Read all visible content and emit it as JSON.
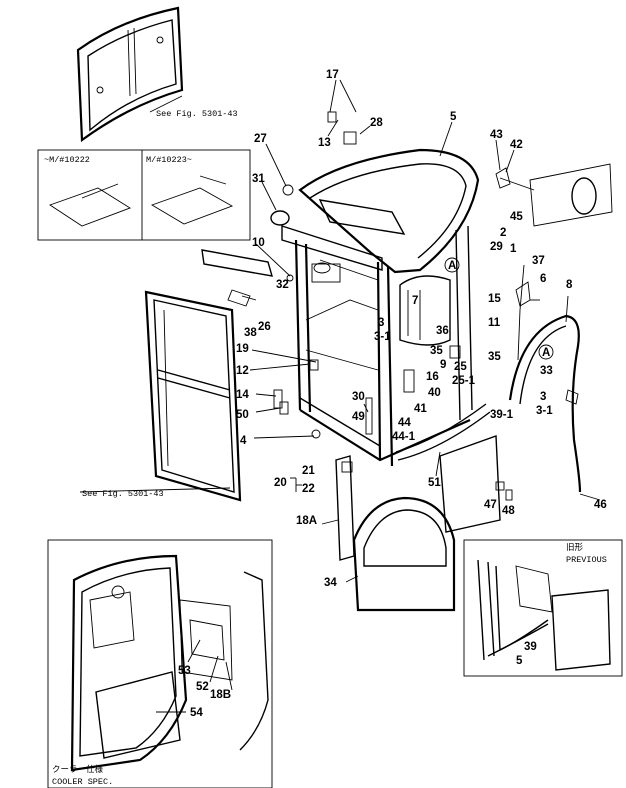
{
  "references": {
    "fig_top": "See Fig. 5301-43",
    "fig_left": "See Fig. 5301-43"
  },
  "serial_boxes": {
    "before": "~M/#10222",
    "after": "M/#10223~"
  },
  "insets": {
    "previous_jp": "旧形",
    "previous": "PREVIOUS",
    "cooler_jp": "クーラー仕様",
    "cooler": "COOLER SPEC."
  },
  "callouts": [
    "17",
    "13",
    "28",
    "5",
    "43",
    "42",
    "27",
    "31",
    "10",
    "32",
    "26",
    "38",
    "19",
    "12",
    "14",
    "50",
    "4",
    "30",
    "49",
    "51",
    "3",
    "3-1",
    "7",
    "36",
    "37",
    "29",
    "2",
    "45",
    "1",
    "6",
    "8",
    "33",
    "15",
    "11",
    "35",
    "25",
    "25-1",
    "16",
    "40",
    "41",
    "44",
    "44-1",
    "39-1",
    "46",
    "47",
    "48",
    "21",
    "22",
    "20",
    "18A",
    "34",
    "53",
    "52",
    "18B",
    "54",
    "39",
    "9",
    "A"
  ]
}
